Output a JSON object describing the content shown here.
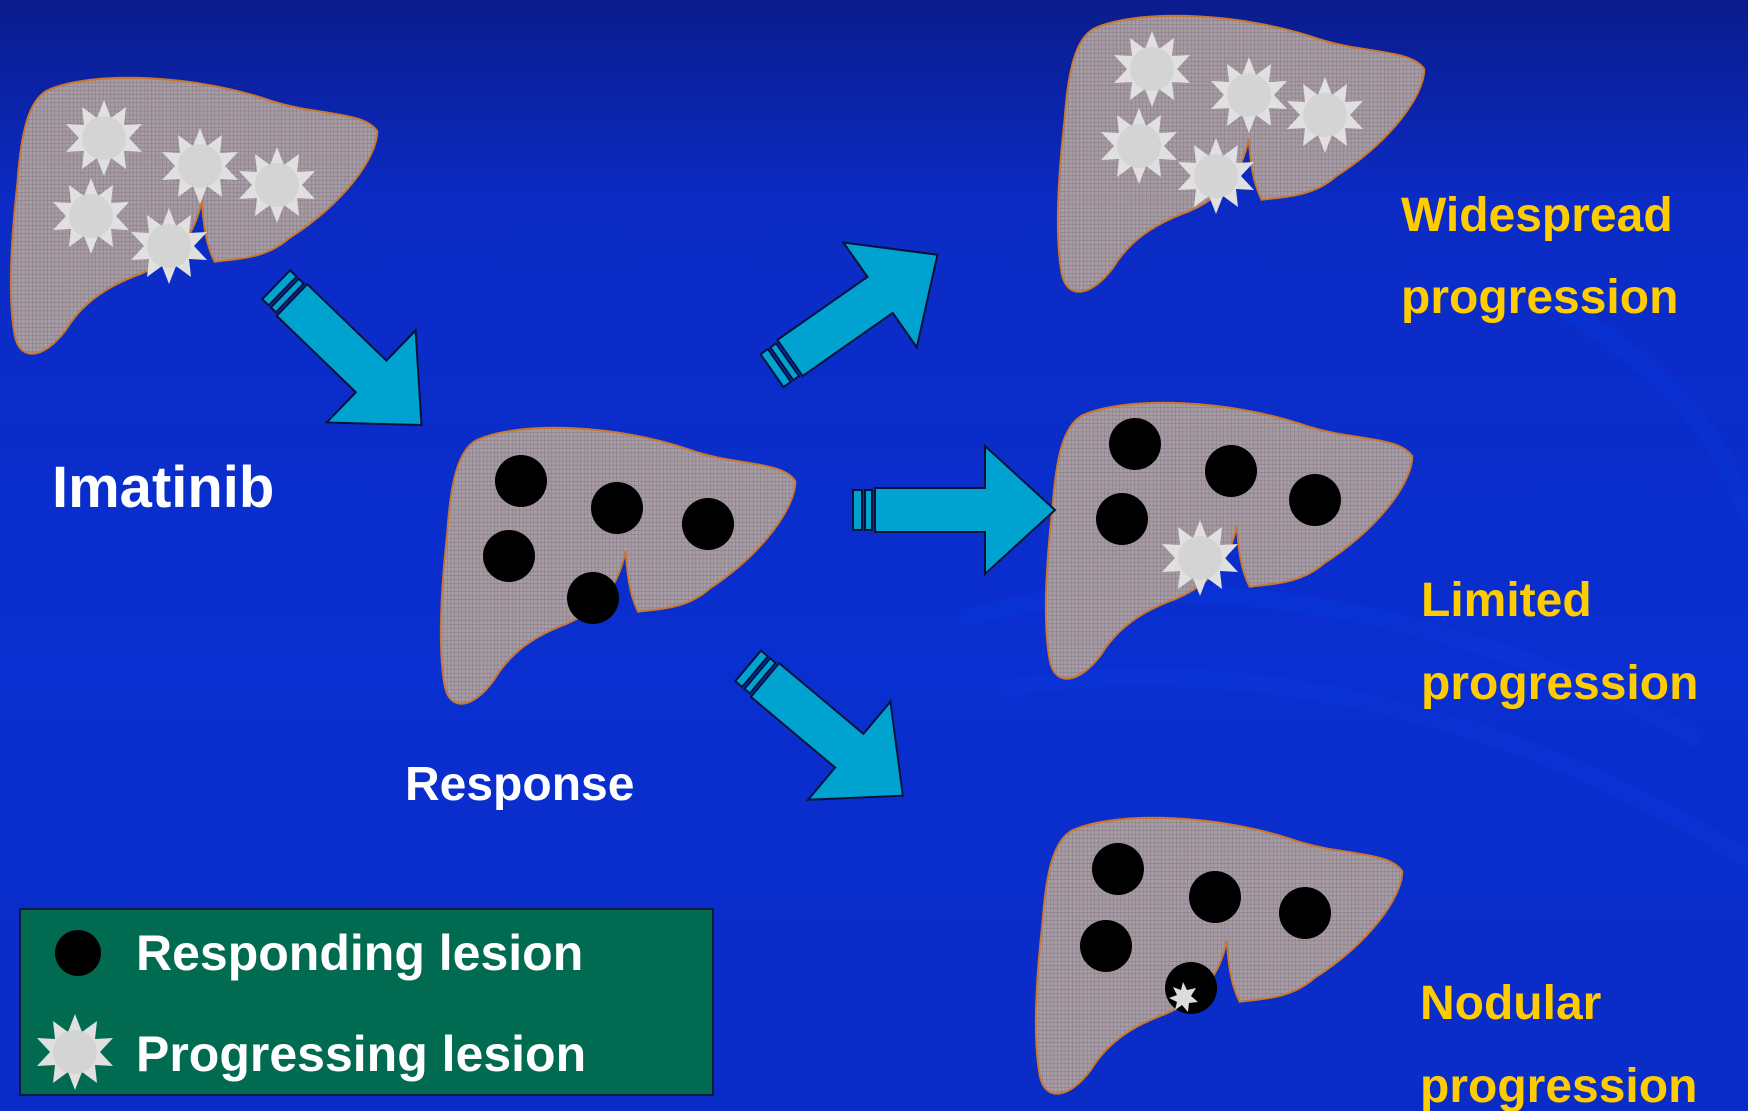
{
  "stages": {
    "start_label": "Imatinib",
    "response_label": "Response"
  },
  "outcomes": {
    "widespread": {
      "line1": "Widespread",
      "line2": "progression"
    },
    "limited": {
      "line1": "Limited",
      "line2": "progression"
    },
    "nodular": {
      "line1": "Nodular",
      "line2": "progression"
    }
  },
  "legend": {
    "responding": "Responding lesion",
    "progressing": "Progressing lesion"
  },
  "colors": {
    "background": "#0a2cc6",
    "liver_fill": "#9a8f98",
    "liver_outline": "#c8772e",
    "arrow_fill": "#00a2cc",
    "outcome_text": "#ffcc00",
    "stage_text": "#ffffff",
    "legend_bg": "#006b50",
    "responding_lesion": "#000000",
    "progressing_lesion": "#d9d9d9"
  },
  "icons": {
    "responding": "black-circle-icon",
    "progressing": "sunburst-star-icon"
  }
}
